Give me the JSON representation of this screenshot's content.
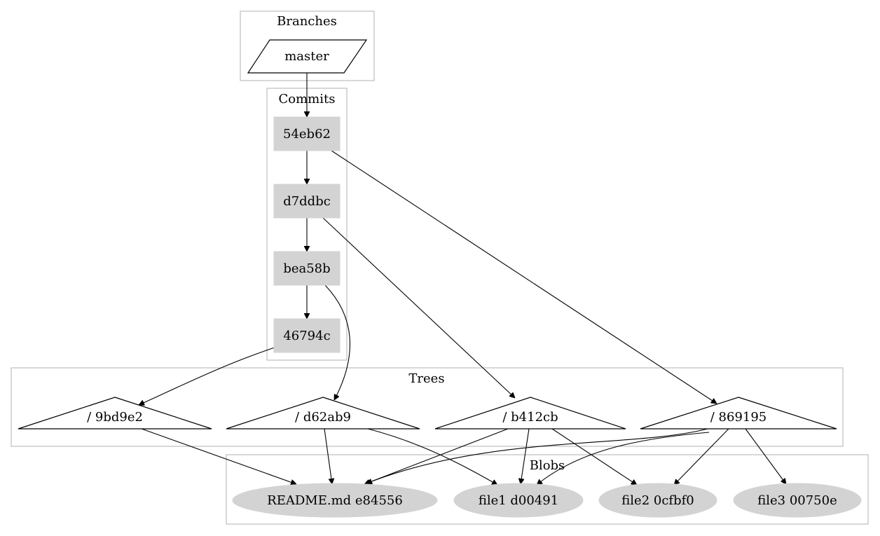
{
  "clusters": {
    "branches": "Branches",
    "commits": "Commits",
    "trees": "Trees",
    "blobs": "Blobs"
  },
  "nodes": {
    "master": "master",
    "c54eb62": "54eb62",
    "cd7ddbc": "d7ddbc",
    "cbea58b": "bea58b",
    "c46794c": "46794c",
    "t9bd9e2": "/ 9bd9e2",
    "td62ab9": "/ d62ab9",
    "tb412cb": "/ b412cb",
    "t869195": "/ 869195",
    "readme": "README.md e84556",
    "file1": "file1 d00491",
    "file2": "file2 0cfbf0",
    "file3": "file3 00750e"
  },
  "colors": {
    "cluster_border": "#bdbdbd",
    "filled_node": "#d3d3d3",
    "edge": "#000000"
  },
  "edges": [
    {
      "from": "master",
      "to": "c54eb62"
    },
    {
      "from": "c54eb62",
      "to": "cd7ddbc"
    },
    {
      "from": "cd7ddbc",
      "to": "cbea58b"
    },
    {
      "from": "cbea58b",
      "to": "c46794c"
    },
    {
      "from": "c54eb62",
      "to": "t869195"
    },
    {
      "from": "cd7ddbc",
      "to": "tb412cb"
    },
    {
      "from": "cbea58b",
      "to": "td62ab9"
    },
    {
      "from": "c46794c",
      "to": "t9bd9e2"
    },
    {
      "from": "t9bd9e2",
      "to": "readme"
    },
    {
      "from": "td62ab9",
      "to": "readme"
    },
    {
      "from": "td62ab9",
      "to": "file1"
    },
    {
      "from": "tb412cb",
      "to": "readme"
    },
    {
      "from": "tb412cb",
      "to": "file1"
    },
    {
      "from": "tb412cb",
      "to": "file2"
    },
    {
      "from": "t869195",
      "to": "readme"
    },
    {
      "from": "t869195",
      "to": "file1"
    },
    {
      "from": "t869195",
      "to": "file2"
    },
    {
      "from": "t869195",
      "to": "file3"
    }
  ]
}
